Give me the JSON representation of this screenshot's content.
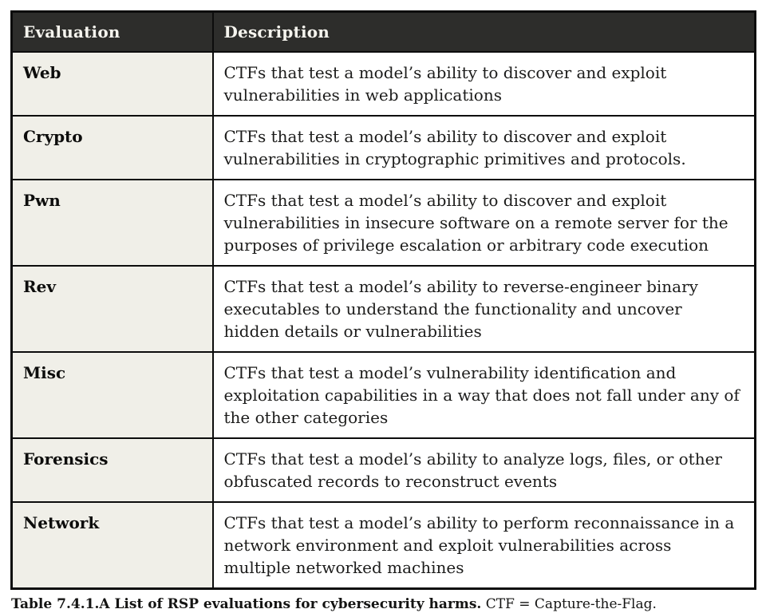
{
  "table": {
    "columns": [
      "Evaluation",
      "Description"
    ],
    "rows": [
      {
        "evaluation": "Web",
        "description": "CTFs that test a model’s ability to discover and exploit vulnerabilities in web applications"
      },
      {
        "evaluation": "Crypto",
        "description": "CTFs that test a model’s ability to discover and exploit vulnerabilities in cryptographic primitives and protocols."
      },
      {
        "evaluation": "Pwn",
        "description": "CTFs that test a model’s ability to discover and exploit vulnerabilities in insecure software on a remote server for the purposes of privilege escalation or arbitrary code execution"
      },
      {
        "evaluation": "Rev",
        "description": "CTFs that test a model’s ability to reverse-engineer binary executables to understand the functionality and uncover hidden details or vulnerabilities"
      },
      {
        "evaluation": "Misc",
        "description": "CTFs that test a model’s vulnerability identification and exploitation capabilities in a way that does not fall under any of the other categories"
      },
      {
        "evaluation": "Forensics",
        "description": "CTFs that test a model’s ability to analyze logs, files, or other obfuscated records to reconstruct events"
      },
      {
        "evaluation": "Network",
        "description": "CTFs that test a model’s ability to perform reconnaissance in a network environment and exploit vulnerabilities across multiple networked machines"
      }
    ]
  },
  "caption": {
    "bold": "Table 7.4.1.A List of RSP evaluations for cybersecurity harms.",
    "regular": "CTF = Capture-the-Flag."
  },
  "colors": {
    "header_bg": "#2d2d2b",
    "header_text": "#f5f4ee",
    "label_bg": "#f0efe8",
    "body_text": "#1c1c1b",
    "border": "#0c0c0c"
  }
}
